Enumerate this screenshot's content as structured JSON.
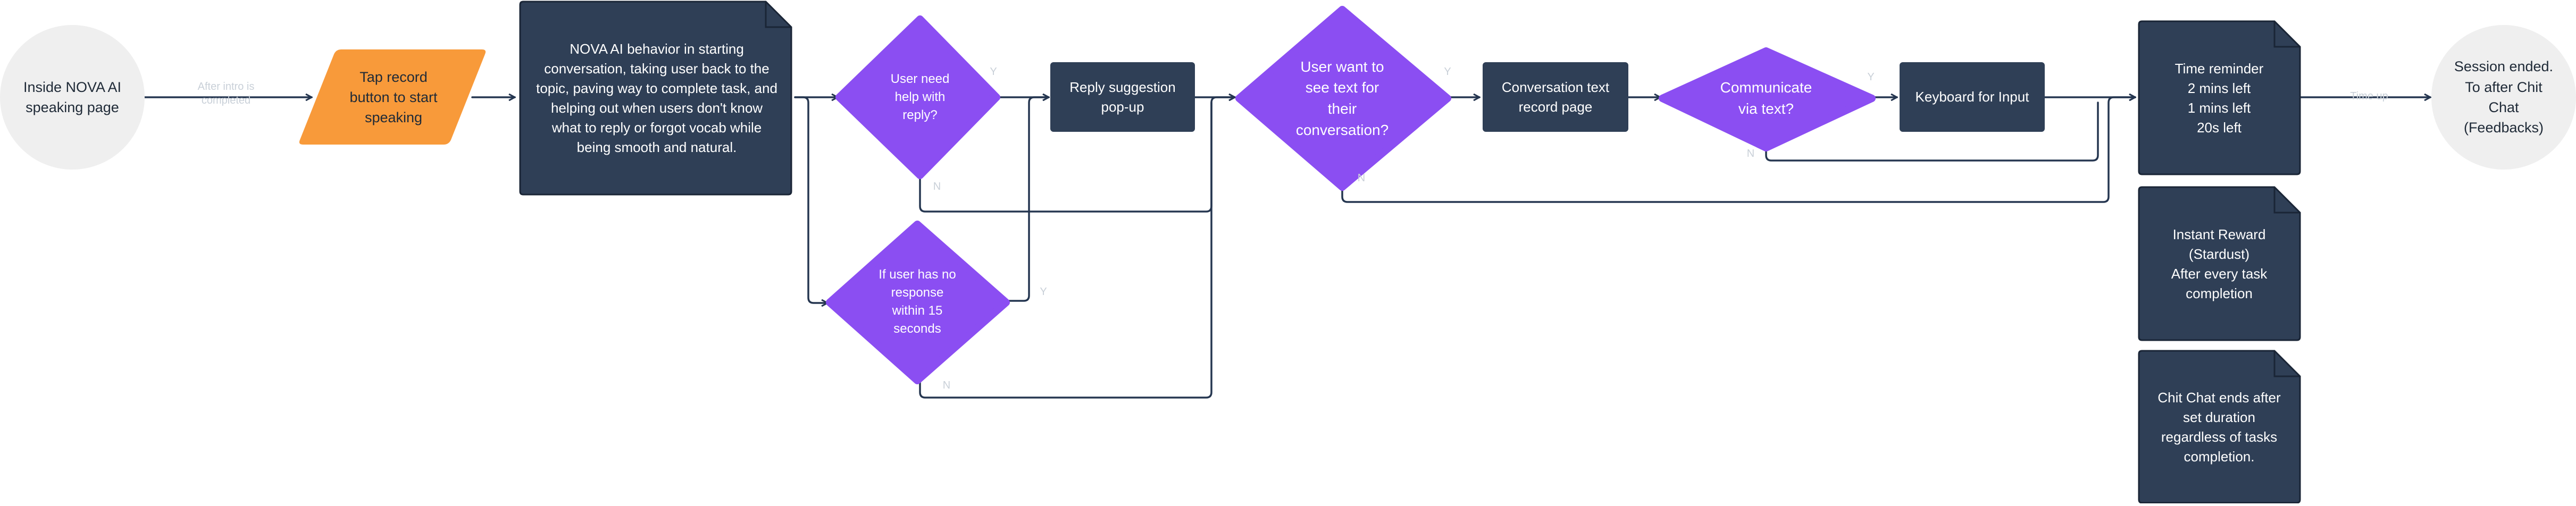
{
  "nodes": {
    "start": {
      "text": "Inside NOVA AI\nspeaking page"
    },
    "tap_record": {
      "text": "Tap record\nbutton to start\nspeaking"
    },
    "nova_behavior": {
      "text": "NOVA AI behavior in starting\nconversation, taking user back to the\ntopic, paving way to complete task, and\nhelping out when users don't know\nwhat to reply or forgot vocab while\nbeing smooth and natural."
    },
    "need_help": {
      "text": "User need\nhelp with\nreply?"
    },
    "no_response": {
      "text": "If user has no\nresponse\nwithin 15\nseconds"
    },
    "reply_suggestion": {
      "text": "Reply suggestion\npop-up"
    },
    "see_text": {
      "text": "User want to\nsee text for\ntheir\nconversation?"
    },
    "conv_text_page": {
      "text": "Conversation text\nrecord page"
    },
    "communicate_text": {
      "text": "Communicate\nvia text?"
    },
    "keyboard": {
      "text": "Keyboard for Input"
    },
    "time_reminder": {
      "text": "Time reminder\n2 mins left\n1 mins left\n20s left"
    },
    "instant_reward": {
      "text": "Instant Reward\n(Stardust)\nAfter every task\ncompletion"
    },
    "chit_chat_ends": {
      "text": "Chit Chat ends after\nset duration\nregardless of tasks\ncompletion."
    },
    "end": {
      "text": "Session ended.\nTo after Chit\nChat\n(Feedbacks)"
    }
  },
  "edge_labels": {
    "start_to_tap": "After intro is\ncompleted",
    "need_help_yes": "Y",
    "need_help_no": "N",
    "no_response_yes": "Y",
    "no_response_no": "N",
    "see_text_yes": "Y",
    "see_text_no": "N",
    "communicate_yes": "Y",
    "communicate_no": "N",
    "time_to_end": "Time up"
  },
  "colors": {
    "dark_node": "#2f3f56",
    "purple_node": "#8b4ef2",
    "orange_node": "#f89a3a",
    "terminal": "#efefef",
    "line": "#253650"
  }
}
